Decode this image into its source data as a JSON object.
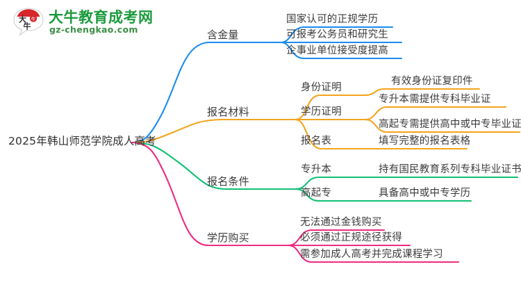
{
  "logo": {
    "mark_text": "大牛",
    "brand_name": "大牛教育成考网",
    "url": "gz-chengkao.com",
    "brand_color": "#1a9a3c",
    "mark_color": "#d6272b"
  },
  "mindmap": {
    "root": "2025年韩山师范学院成人高考",
    "colors": {
      "blue": "#1b8bf0",
      "orange": "#f2a41c",
      "green": "#11bf74",
      "pink": "#ef2a80",
      "text": "#3b3b3b"
    },
    "branches": [
      {
        "label": "含金量",
        "color": "#1b8bf0",
        "children": [
          {
            "label": "国家认可的正规学历"
          },
          {
            "label": "可报考公务员和研究生"
          },
          {
            "label": "企事业单位接受度提高"
          }
        ]
      },
      {
        "label": "报名材料",
        "color": "#f2a41c",
        "children": [
          {
            "label": "身份证明",
            "children": [
              {
                "label": "有效身份证复印件"
              }
            ]
          },
          {
            "label": "学历证明",
            "children": [
              {
                "label": "专升本需提供专科毕业证"
              },
              {
                "label": "高起专需提供高中或中专毕业证"
              }
            ]
          },
          {
            "label": "报名表",
            "children": [
              {
                "label": "填写完整的报名表格"
              }
            ]
          }
        ]
      },
      {
        "label": "报名条件",
        "color": "#11bf74",
        "children": [
          {
            "label": "专升本",
            "children": [
              {
                "label": "持有国民教育系列专科毕业证书"
              }
            ]
          },
          {
            "label": "高起专",
            "children": [
              {
                "label": "具备高中或中专学历"
              }
            ]
          }
        ]
      },
      {
        "label": "学历购买",
        "color": "#ef2a80",
        "children": [
          {
            "label": "无法通过金钱购买"
          },
          {
            "label": "必须通过正规途径获得"
          },
          {
            "label": "需参加成人高考并完成课程学习"
          }
        ]
      }
    ]
  }
}
